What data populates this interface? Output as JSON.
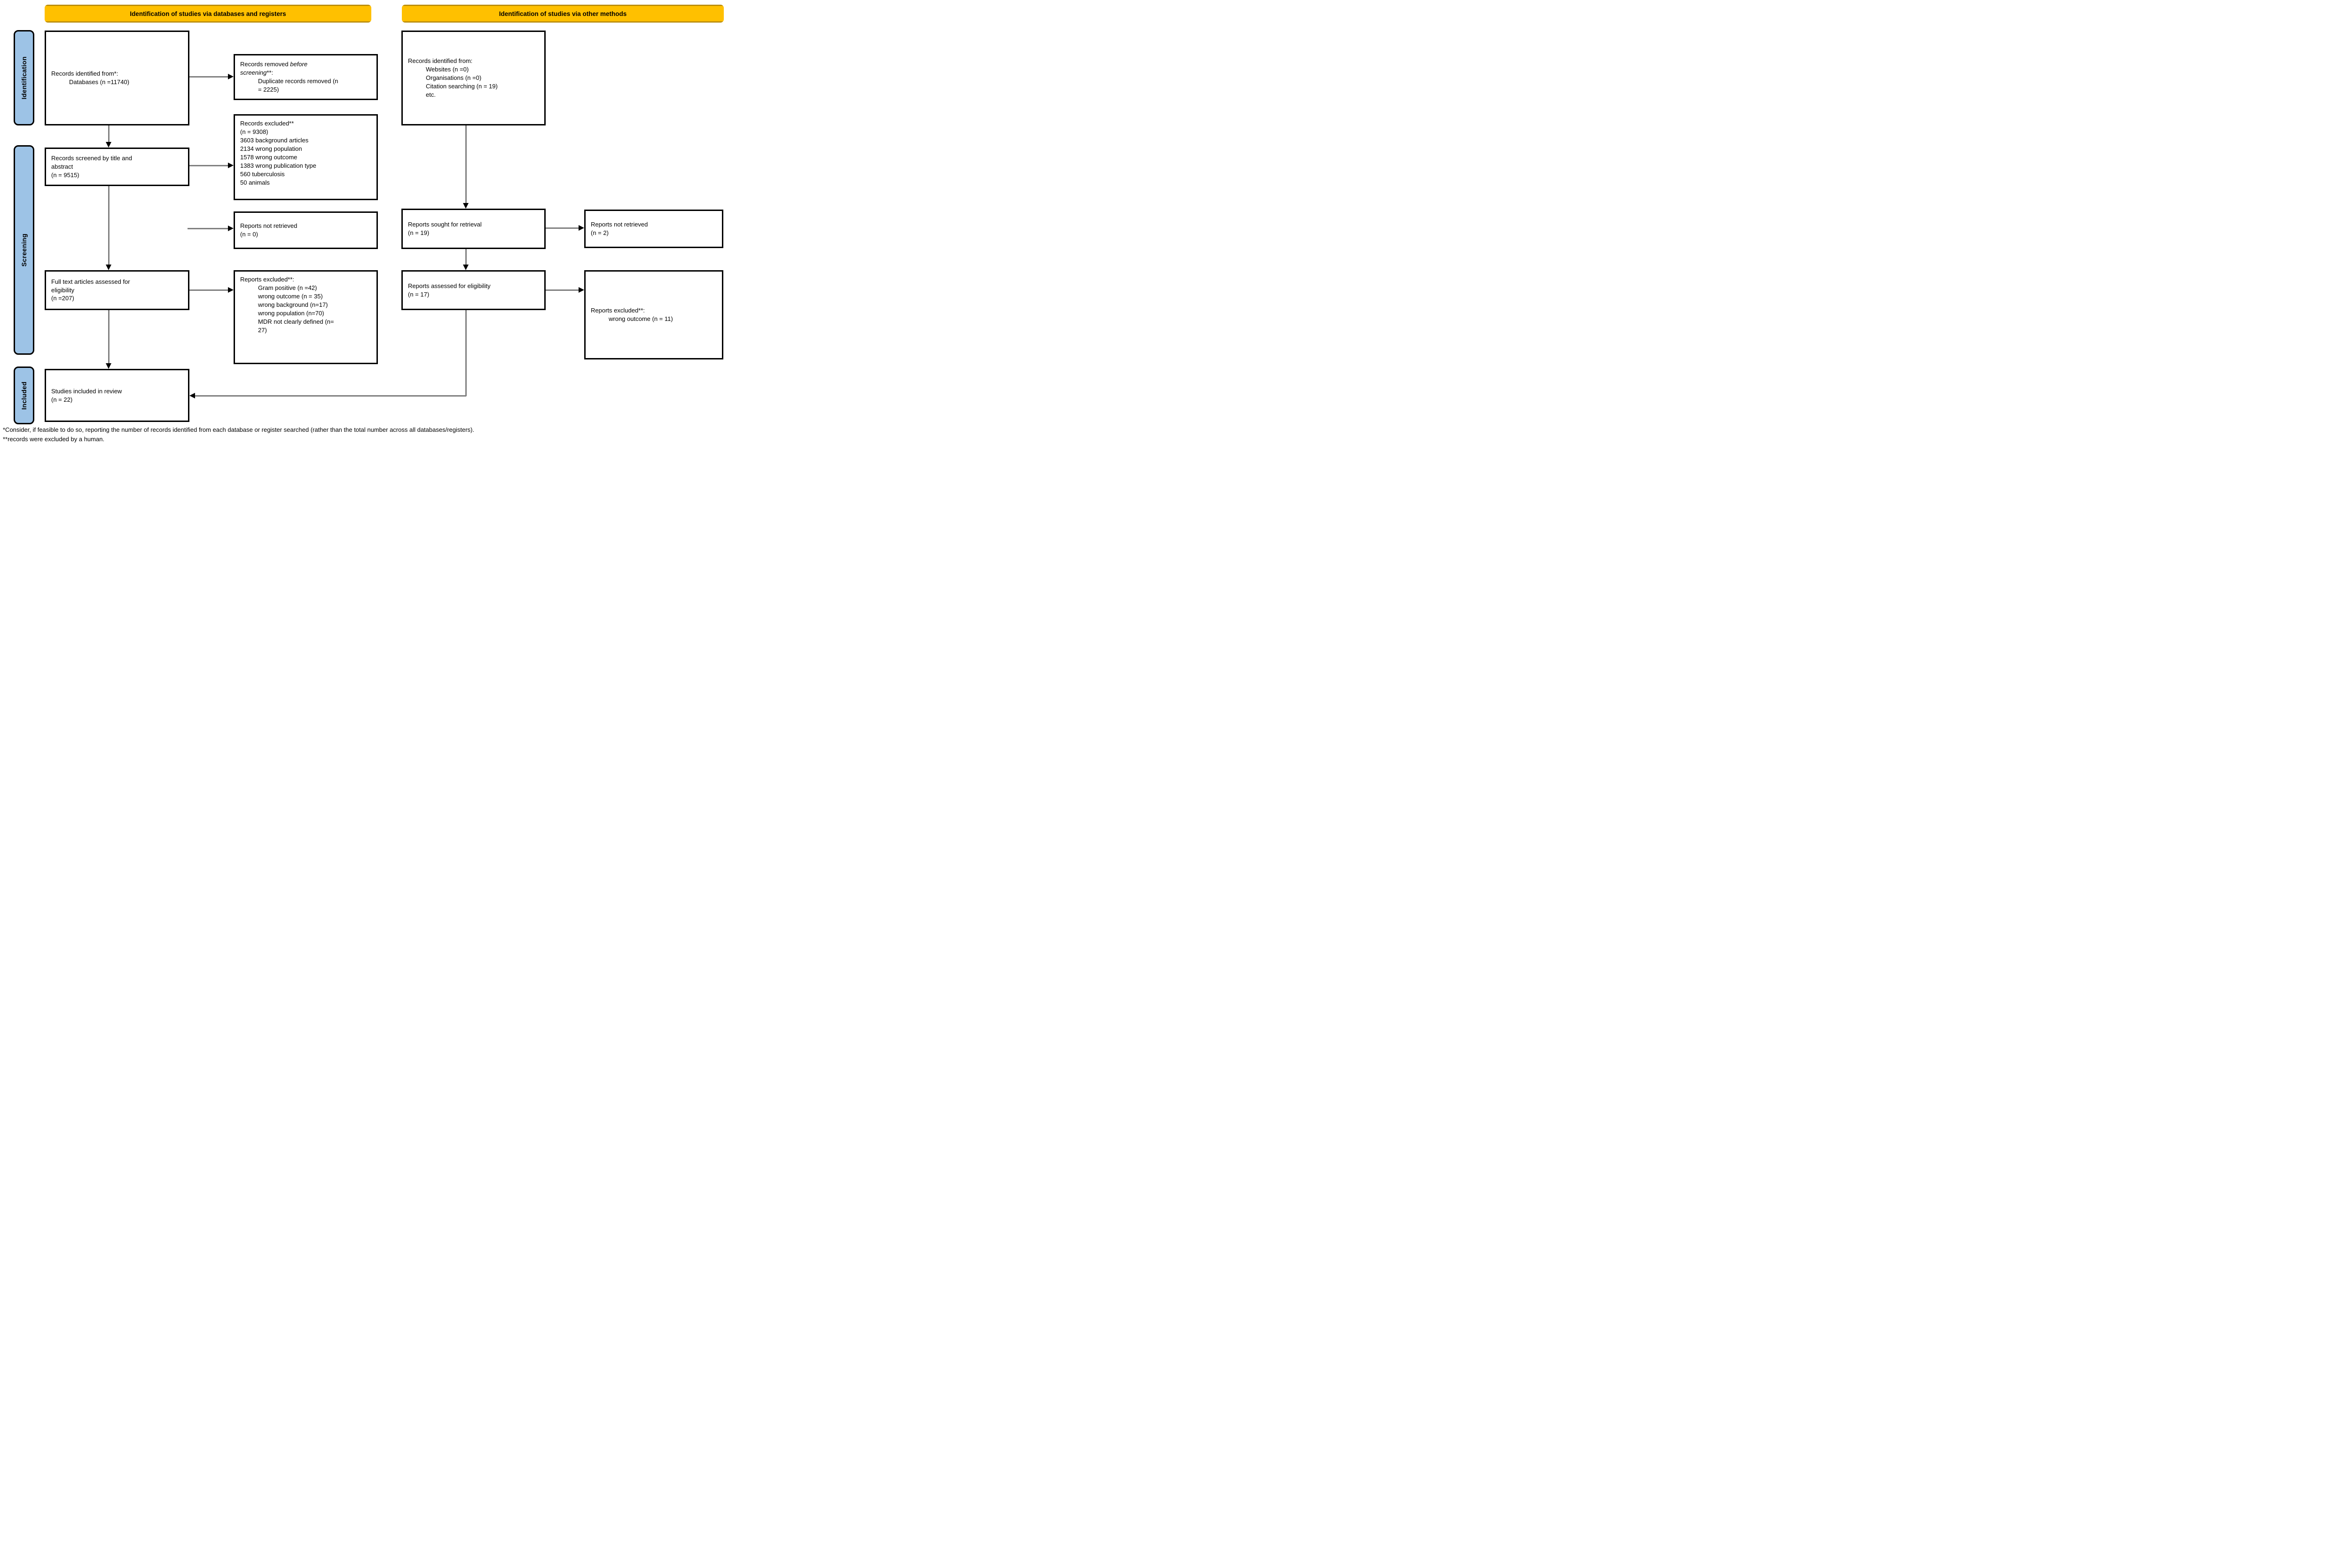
{
  "banners": {
    "left": "Identification of studies via databases and registers",
    "right": "Identification of studies via other methods"
  },
  "side_labels": {
    "identification": "Identification",
    "screening": "Screening",
    "included": "Included"
  },
  "boxes": [
    {
      "id": "records-identified-databases",
      "lines": [
        {
          "indent": 0,
          "segs": [
            {
              "t": "Records identified from*:"
            }
          ]
        },
        {
          "indent": 1,
          "segs": [
            {
              "t": "Databases (n =11740)"
            }
          ]
        }
      ]
    },
    {
      "id": "records-removed",
      "lines": [
        {
          "indent": 0,
          "segs": [
            {
              "t": "Records removed "
            },
            {
              "t": "before",
              "i": true
            }
          ]
        },
        {
          "indent": 0,
          "segs": [
            {
              "t": "screening",
              "i": true
            },
            {
              "t": "**:"
            }
          ]
        },
        {
          "indent": 1,
          "segs": [
            {
              "t": "Duplicate records removed (n"
            }
          ]
        },
        {
          "indent": 1,
          "segs": [
            {
              "t": "= 2225)"
            }
          ]
        }
      ]
    },
    {
      "id": "records-identified-other",
      "lines": [
        {
          "indent": 0,
          "segs": [
            {
              "t": "Records identified from:"
            }
          ]
        },
        {
          "indent": 1,
          "segs": [
            {
              "t": "Websites (n =0)"
            }
          ]
        },
        {
          "indent": 1,
          "segs": [
            {
              "t": "Organisations (n =0)"
            }
          ]
        },
        {
          "indent": 1,
          "segs": [
            {
              "t": "Citation searching (n = 19)"
            }
          ]
        },
        {
          "indent": 1,
          "segs": [
            {
              "t": "etc."
            }
          ]
        }
      ]
    },
    {
      "id": "records-screened",
      "lines": [
        {
          "indent": 0,
          "segs": [
            {
              "t": "Records screened by title and"
            }
          ]
        },
        {
          "indent": 0,
          "segs": [
            {
              "t": "abstract"
            }
          ]
        },
        {
          "indent": 0,
          "segs": [
            {
              "t": "(n = 9515)"
            }
          ]
        }
      ]
    },
    {
      "id": "records-excluded",
      "lines": [
        {
          "indent": 0,
          "segs": [
            {
              "t": "Records excluded**"
            }
          ]
        },
        {
          "indent": 0,
          "segs": [
            {
              "t": "(n = 9308)"
            }
          ]
        },
        {
          "indent": 0,
          "segs": [
            {
              "t": "3603 background articles"
            }
          ]
        },
        {
          "indent": 0,
          "segs": [
            {
              "t": "2134 wrong population"
            }
          ]
        },
        {
          "indent": 0,
          "segs": [
            {
              "t": "1578 wrong outcome"
            }
          ]
        },
        {
          "indent": 0,
          "segs": [
            {
              "t": "1383 wrong publication type"
            }
          ]
        },
        {
          "indent": 0,
          "segs": [
            {
              "t": "560 tuberculosis"
            }
          ]
        },
        {
          "indent": 0,
          "segs": [
            {
              "t": "50 animals"
            }
          ]
        }
      ]
    },
    {
      "id": "reports-not-retrieved-db",
      "lines": [
        {
          "indent": 0,
          "segs": [
            {
              "t": "Reports not retrieved"
            }
          ]
        },
        {
          "indent": 0,
          "segs": [
            {
              "t": "(n = 0)"
            }
          ]
        }
      ]
    },
    {
      "id": "reports-sought",
      "lines": [
        {
          "indent": 0,
          "segs": [
            {
              "t": "Reports sought for retrieval"
            }
          ]
        },
        {
          "indent": 0,
          "segs": [
            {
              "t": "(n = 19)"
            }
          ]
        }
      ]
    },
    {
      "id": "reports-not-retrieved-other",
      "lines": [
        {
          "indent": 0,
          "segs": [
            {
              "t": "Reports not retrieved"
            }
          ]
        },
        {
          "indent": 0,
          "segs": [
            {
              "t": "(n = 2)"
            }
          ]
        }
      ]
    },
    {
      "id": "full-text-assessed",
      "lines": [
        {
          "indent": 0,
          "segs": [
            {
              "t": "Full text articles assessed for"
            }
          ]
        },
        {
          "indent": 0,
          "segs": [
            {
              "t": "eligibility"
            }
          ]
        },
        {
          "indent": 0,
          "segs": [
            {
              "t": "(n =207)"
            }
          ]
        }
      ]
    },
    {
      "id": "reports-excluded-db",
      "lines": [
        {
          "indent": 0,
          "segs": [
            {
              "t": "Reports excluded**:"
            }
          ]
        },
        {
          "indent": 1,
          "segs": [
            {
              "t": "Gram positive (n =42)"
            }
          ]
        },
        {
          "indent": 1,
          "segs": [
            {
              "t": "wrong outcome (n = 35)"
            }
          ]
        },
        {
          "indent": 1,
          "segs": [
            {
              "t": "wrong background (n=17)"
            }
          ]
        },
        {
          "indent": 1,
          "segs": [
            {
              "t": "wrong population (n=70)"
            }
          ]
        },
        {
          "indent": 1,
          "segs": [
            {
              "t": "MDR not clearly defined (n="
            }
          ]
        },
        {
          "indent": 1,
          "segs": [
            {
              "t": "27)"
            }
          ]
        }
      ]
    },
    {
      "id": "reports-assessed",
      "lines": [
        {
          "indent": 0,
          "segs": [
            {
              "t": "Reports assessed for eligibility"
            }
          ]
        },
        {
          "indent": 0,
          "segs": [
            {
              "t": "(n = 17)"
            }
          ]
        }
      ]
    },
    {
      "id": "reports-excluded-other",
      "lines": [
        {
          "indent": 0,
          "segs": [
            {
              "t": "Reports excluded**:"
            }
          ]
        },
        {
          "indent": 1,
          "segs": [
            {
              "t": "wrong outcome (n = 11)"
            }
          ]
        }
      ]
    },
    {
      "id": "studies-included",
      "lines": [
        {
          "indent": 0,
          "segs": [
            {
              "t": "Studies included in review"
            }
          ]
        },
        {
          "indent": 0,
          "segs": [
            {
              "t": "(n = 22)"
            }
          ]
        }
      ]
    }
  ],
  "footnotes": {
    "line1": "*Consider, if feasible to do so, reporting the number of records identified from each database or register searched (rather than the total number across all databases/registers).",
    "line2": "**records were excluded by a human."
  },
  "colors": {
    "banner_fill": "#FFC000",
    "banner_edge": "#B38600",
    "label_fill": "#9DC3E6",
    "connector": "#808080",
    "arrowhead": "#000000",
    "box_border": "#000000"
  }
}
